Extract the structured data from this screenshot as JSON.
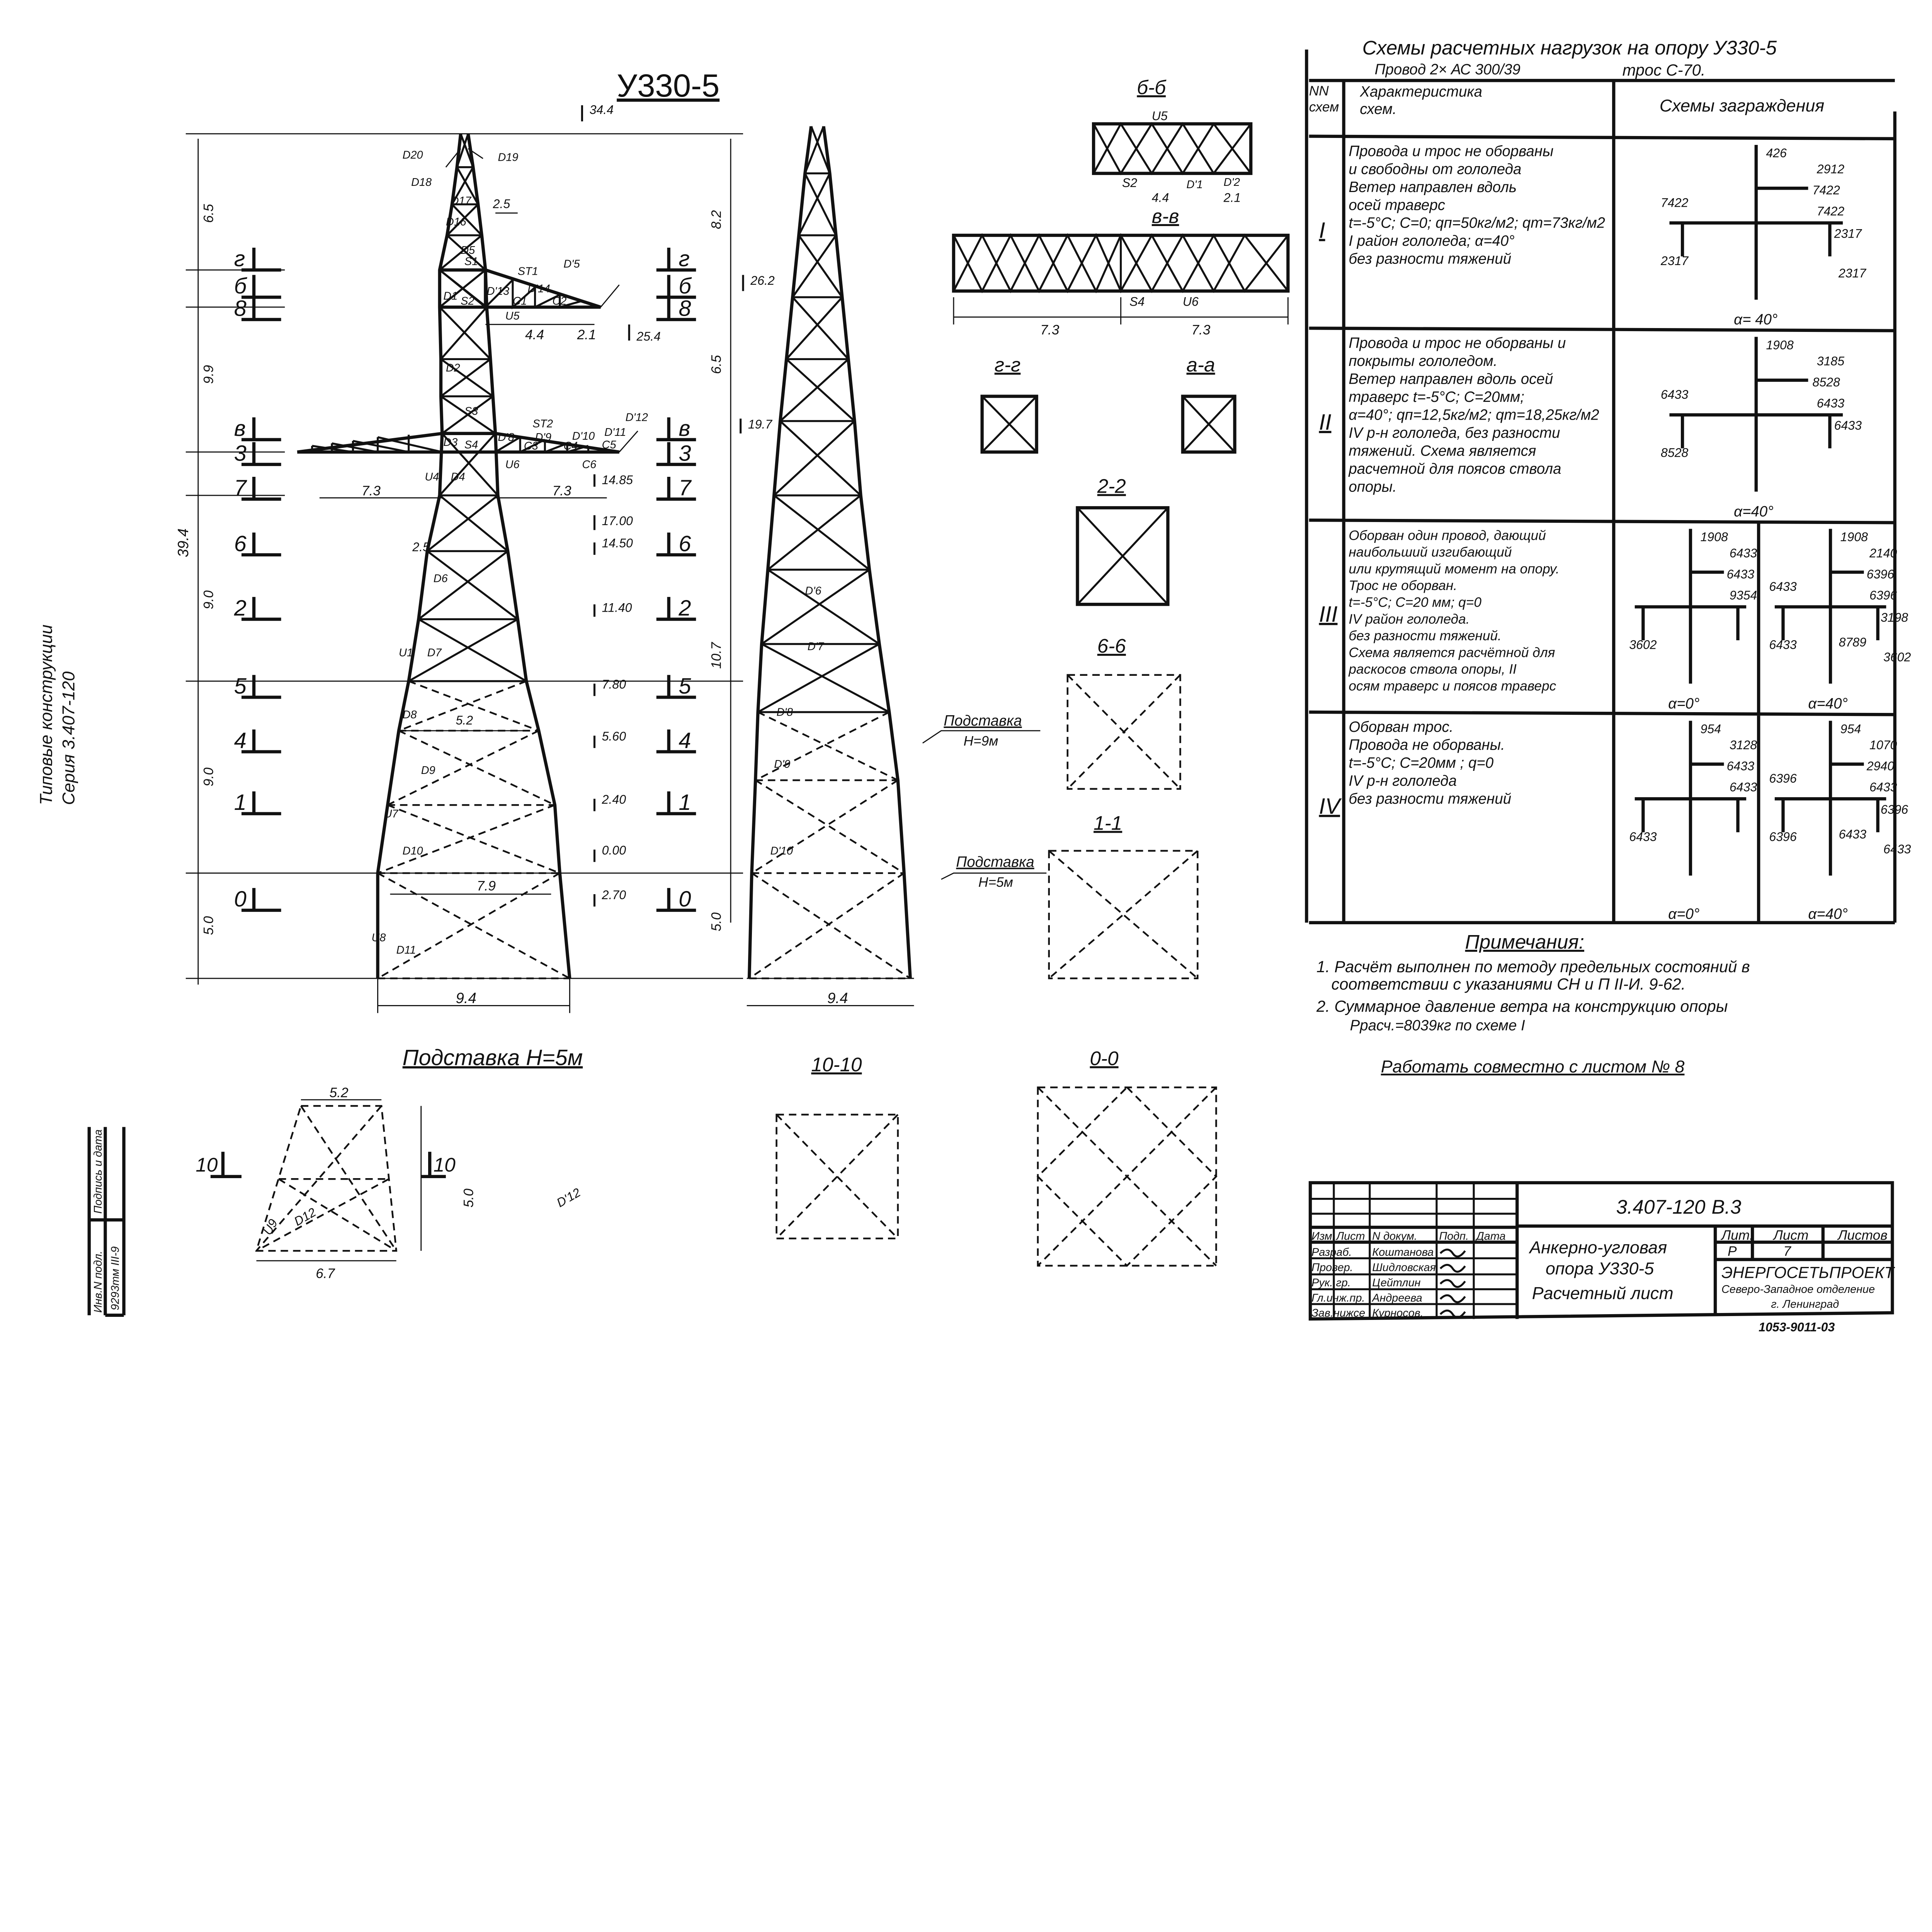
{
  "drawing": {
    "title": "У330-5",
    "podstavka_9": {
      "line1": "Подставка",
      "line2": "Н=9м"
    },
    "podstavka_5": {
      "line1": "Подставка",
      "line2": "Н=5м"
    },
    "podstavka_heading": "Подставка Н=5м",
    "elevations": [
      "34.4",
      "26.2",
      "25.4",
      "19.7",
      "14.85",
      "17.00",
      "14.50",
      "11.40",
      "7.80",
      "5.60",
      "2.40",
      "0.00",
      "2.70"
    ],
    "left_dims": [
      "6.5",
      "9.9",
      "9.0",
      "9.0",
      "5.0",
      "39.4"
    ],
    "right_dims": [
      "8.2",
      "6.5",
      "10.7",
      "5.0"
    ],
    "horizontal_dims": [
      "7.3",
      "7.3",
      "4.4",
      "2.1",
      "2.5",
      "2.5",
      "5.2",
      "7.9",
      "9.4",
      "9.4"
    ],
    "section_marks": [
      "г",
      "б",
      "8",
      "в",
      "3",
      "7",
      "6",
      "2",
      "5",
      "4",
      "1",
      "0"
    ],
    "members": [
      "D20",
      "D19",
      "D18",
      "D17",
      "D16",
      "D5",
      "S1",
      "ST1",
      "D'5",
      "D1",
      "S2",
      "D'13",
      "C1",
      "D'14",
      "C2",
      "U5",
      "D2",
      "S3",
      "ST2",
      "D'12",
      "D3",
      "S4",
      "D'8",
      "C3",
      "D'9",
      "C4",
      "D'10",
      "C5",
      "D'11",
      "C6",
      "U6",
      "U4",
      "D4",
      "D6",
      "D7",
      "U1",
      "D8",
      "D9",
      "U7",
      "D10",
      "U8",
      "D11",
      "D'6",
      "D'7",
      "D'8",
      "D'9",
      "D'10"
    ],
    "section_views": {
      "bb_top": "б-б",
      "bb_dims": [
        "4.4",
        "2.1"
      ],
      "bb_members": [
        "U5",
        "S2",
        "D'1",
        "D'2"
      ],
      "vv": "в-в",
      "vv_dims": [
        "7.3",
        "7.3"
      ],
      "vv_members": [
        "S4",
        "U6"
      ],
      "gg": "г-г",
      "aa": "а-а",
      "s22": "2-2",
      "s66": "6-6",
      "s11": "1-1",
      "s00": "0-0",
      "s1010": "10-10"
    },
    "podstavka_view": {
      "top_dim": "5.2",
      "bottom_dim": "6.7",
      "height_dim": "5.0",
      "marks": [
        "10",
        "10"
      ],
      "members": [
        "U9",
        "D12",
        "D'12"
      ]
    }
  },
  "loads_table": {
    "title": "Схемы расчетных нагрузок на опору У330-5",
    "wire": "Провод 2× АС 300/39",
    "cable": "трос С-70.",
    "headers": {
      "num": "NN схем",
      "characteristic": "Характеристика схем.",
      "schemes": "Схемы заграждения"
    },
    "rows": [
      {
        "num": "I",
        "text": [
          "Провода и трос не оборваны",
          "и свободны от гололеда",
          "Ветер направлен вдоль",
          "осей траверс",
          "t=-5°C; C=0; qп=50кг/м2; qт=73кг/м2",
          "I район гололеда; α=40°",
          "без разности тяжений"
        ],
        "diagrams": [
          {
            "labels": [
              "426",
              "2912",
              "7422",
              "2317",
              "7422",
              "2317",
              "7422",
              "2317"
            ],
            "angle": "α= 40°"
          }
        ]
      },
      {
        "num": "II",
        "text": [
          "Провода и трос не оборваны и",
          "покрыты гололедом.",
          "Ветер направлен вдоль осей",
          "траверс t=-5°C; C=20мм;",
          "α=40°; qп=12,5кг/м2; qт=18,25кг/м2",
          "IV р-н гололеда, без разности",
          "тяжений. Схема является",
          "расчетной для поясов ствола",
          "опоры."
        ],
        "diagrams": [
          {
            "labels": [
              "1908",
              "3185",
              "8528",
              "8528",
              "6433",
              "6433",
              "6433"
            ],
            "angle": "α=40°"
          }
        ]
      },
      {
        "num": "III",
        "text": [
          "Оборван один провод, дающий",
          "наибольший изгибающий",
          "или крутящий момент на опору.",
          "Трос не оборван.",
          "t=-5°C; C=20 мм; q=0",
          "IV район гололеда.",
          "без разности тяжений.",
          "Схема является расчётной для",
          "раскосов ствола опоры, II",
          "осям траверс и поясов траверс"
        ],
        "diagrams": [
          {
            "labels": [
              "1908",
              "6433",
              "6433",
              "3602",
              "9354"
            ],
            "angle": "α=0°"
          },
          {
            "labels": [
              "1908",
              "2140",
              "6396",
              "6433",
              "6396",
              "3198",
              "6433",
              "3602",
              "8789"
            ],
            "angle": "α=40°"
          }
        ]
      },
      {
        "num": "IV",
        "text": [
          "Оборван трос.",
          "Провода не оборваны.",
          "t=-5°C; C=20мм ; q=0",
          "IV р-н гололеда",
          "без разности тяжений"
        ],
        "diagrams": [
          {
            "labels": [
              "954",
              "3128",
              "6433",
              "6433",
              "6433"
            ],
            "angle": "α=0°"
          },
          {
            "labels": [
              "954",
              "1070",
              "2940",
              "6396",
              "6433",
              "6396",
              "6396",
              "6433",
              "6433"
            ],
            "angle": "α=40°"
          }
        ]
      }
    ]
  },
  "notes": {
    "heading": "Примечания:",
    "items": [
      "1. Расчёт выполнен по методу предельных состояний в",
      "соответствии с указаниями СН и П II-И. 9-62.",
      "2. Суммарное давление ветра на конструкцию опоры",
      "Ррасч.=8039кг по схеме I"
    ],
    "work_with": "Работать совместно с листом № 8"
  },
  "title_block": {
    "code": "3.407-120",
    "sheet_code": "В.3",
    "header": [
      "Изм.",
      "Лист",
      "N докум.",
      "Подп.",
      "Дата"
    ],
    "roles": [
      "Разраб.",
      "Провер.",
      "Рук. гр.",
      "Гл.инж.пр.",
      "Зав.нижсе"
    ],
    "names": [
      "Коштанова",
      "Шидловская",
      "Цейтлин",
      "Андреева",
      "Курносов."
    ],
    "name_line1": "Анкерно-угловая",
    "name_line2": "опора У330-5",
    "name_line3": "Расчетный лист",
    "lit_headers": [
      "Лит.",
      "Лист",
      "Листов"
    ],
    "lit_values": [
      "Р",
      "7",
      ""
    ],
    "org1": "ЭНЕРГОСЕТЬПРОЕКТ",
    "org2": "Северо-Западное отделение",
    "org3": "г. Ленинград",
    "stamp_bottom": "1053-9011-03"
  },
  "side": {
    "series_line1": "Типовые конструкции",
    "series_line2": "Серия 3.407-120",
    "stamp_labels": [
      "Инв.N подл.",
      "Подпись и дата"
    ],
    "stamp_value": "9293тм III-9"
  }
}
